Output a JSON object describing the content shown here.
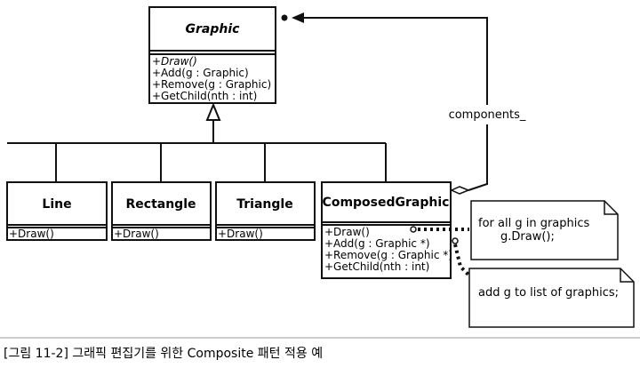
{
  "graphic": {
    "name": "Graphic",
    "operations": [
      "+Draw()",
      "+Add(g : Graphic)",
      "+Remove(g : Graphic)",
      "+GetChild(nth : int)"
    ]
  },
  "line": {
    "name": "Line",
    "operations": [
      "+Draw()"
    ]
  },
  "rectangle": {
    "name": "Rectangle",
    "operations": [
      "+Draw()"
    ]
  },
  "triangle": {
    "name": "Triangle",
    "operations": [
      "+Draw()"
    ]
  },
  "composed": {
    "name": "ComposedGraphic",
    "operations": [
      "+Draw()",
      "+Add(g : Graphic *)",
      "+Remove(g : Graphic *)",
      "+GetChild(nth : int)"
    ]
  },
  "association_label": "components_",
  "note1": {
    "lines": [
      "for all g in graphics",
      "g.Draw();"
    ]
  },
  "note2": {
    "lines": [
      "add g to list of graphics;"
    ]
  },
  "caption": "[그림 11-2] 그래픽 편집기를 위한 Composite 패턴 적용 예"
}
